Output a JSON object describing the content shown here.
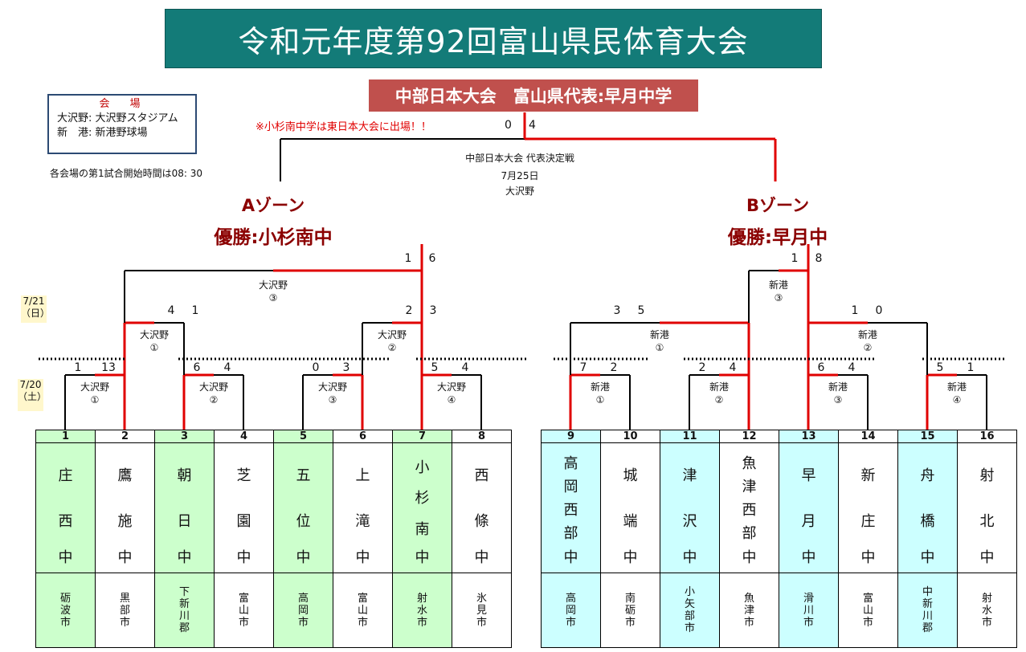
{
  "title": "令和元年度第92回富山県民体育大会",
  "representative": "中部日本大会　富山県代表:早月中学",
  "note": "※小杉南中学は東日本大会に出場！！",
  "venues": {
    "heading": "会　場",
    "lines": [
      "大沢野: 大沢野スタジアム",
      "新　港: 新港野球場"
    ]
  },
  "start_time_note": "各会場の第1試合開始時間は08: 30",
  "final": {
    "label": "中部日本大会 代表決定戦",
    "date": "7月25日",
    "venue": "大沢野",
    "score_a": "0",
    "score_b": "4"
  },
  "zones": [
    {
      "name": "Aゾーン",
      "winner": "優勝:小杉南中"
    },
    {
      "name": "Bゾーン",
      "winner": "優勝:早月中"
    }
  ],
  "days": [
    "7/21\n（日）",
    "7/20\n（土）"
  ],
  "semis": [
    {
      "s1": "1",
      "s2": "6",
      "venue": "大沢野",
      "mark": "③"
    },
    {
      "s1": "1",
      "s2": "8",
      "venue": "新港",
      "mark": "③"
    }
  ],
  "round2": [
    {
      "s1": "4",
      "s2": "1",
      "venue": "大沢野",
      "mark": "①"
    },
    {
      "s1": "2",
      "s2": "3",
      "venue": "大沢野",
      "mark": "②"
    },
    {
      "s1": "3",
      "s2": "5",
      "venue": "新港",
      "mark": "①"
    },
    {
      "s1": "1",
      "s2": "0",
      "venue": "新港",
      "mark": "②"
    }
  ],
  "round1": [
    {
      "s1": "1",
      "s2": "13",
      "venue": "大沢野",
      "mark": "①"
    },
    {
      "s1": "6",
      "s2": "4",
      "venue": "大沢野",
      "mark": "②"
    },
    {
      "s1": "0",
      "s2": "3",
      "venue": "大沢野",
      "mark": "③"
    },
    {
      "s1": "5",
      "s2": "4",
      "venue": "大沢野",
      "mark": "④"
    },
    {
      "s1": "7",
      "s2": "2",
      "venue": "新港",
      "mark": "①"
    },
    {
      "s1": "2",
      "s2": "4",
      "venue": "新港",
      "mark": "②"
    },
    {
      "s1": "6",
      "s2": "4",
      "venue": "新港",
      "mark": "③"
    },
    {
      "s1": "5",
      "s2": "1",
      "venue": "新港",
      "mark": "④"
    }
  ],
  "teams": [
    {
      "num": "1",
      "name": [
        "庄",
        "西"
      ],
      "city": [
        "砺",
        "波",
        "市"
      ]
    },
    {
      "num": "2",
      "name": [
        "鷹",
        "施"
      ],
      "city": [
        "黒",
        "部",
        "市"
      ]
    },
    {
      "num": "3",
      "name": [
        "朝",
        "日"
      ],
      "city": [
        "下",
        "新",
        "川",
        "郡"
      ]
    },
    {
      "num": "4",
      "name": [
        "芝",
        "園"
      ],
      "city": [
        "富",
        "山",
        "市"
      ]
    },
    {
      "num": "5",
      "name": [
        "五",
        "位"
      ],
      "city": [
        "高",
        "岡",
        "市"
      ]
    },
    {
      "num": "6",
      "name": [
        "上",
        "滝"
      ],
      "city": [
        "富",
        "山",
        "市"
      ]
    },
    {
      "num": "7",
      "name": [
        "小",
        "杉",
        "南"
      ],
      "city": [
        "射",
        "水",
        "市"
      ]
    },
    {
      "num": "8",
      "name": [
        "西",
        "條"
      ],
      "city": [
        "氷",
        "見",
        "市"
      ]
    },
    {
      "num": "9",
      "name": [
        "高",
        "岡",
        "西",
        "部"
      ],
      "city": [
        "高",
        "岡",
        "市"
      ]
    },
    {
      "num": "10",
      "name": [
        "城",
        "端"
      ],
      "city": [
        "南",
        "砺",
        "市"
      ]
    },
    {
      "num": "11",
      "name": [
        "津",
        "沢"
      ],
      "city": [
        "小",
        "矢",
        "部",
        "市"
      ]
    },
    {
      "num": "12",
      "name": [
        "魚",
        "津",
        "西",
        "部"
      ],
      "city": [
        "魚",
        "津",
        "市"
      ]
    },
    {
      "num": "13",
      "name": [
        "早",
        "月"
      ],
      "city": [
        "滑",
        "川",
        "市"
      ]
    },
    {
      "num": "14",
      "name": [
        "新",
        "庄"
      ],
      "city": [
        "富",
        "山",
        "市"
      ]
    },
    {
      "num": "15",
      "name": [
        "舟",
        "橋"
      ],
      "city": [
        "中",
        "新",
        "川",
        "郡"
      ]
    },
    {
      "num": "16",
      "name": [
        "射",
        "北"
      ],
      "city": [
        "射",
        "水",
        "市"
      ]
    }
  ],
  "school_suffix": "中",
  "colors": {
    "win": "#e00000",
    "lose": "#000000",
    "green": "#ccffcc",
    "cyan": "#ccffff"
  }
}
